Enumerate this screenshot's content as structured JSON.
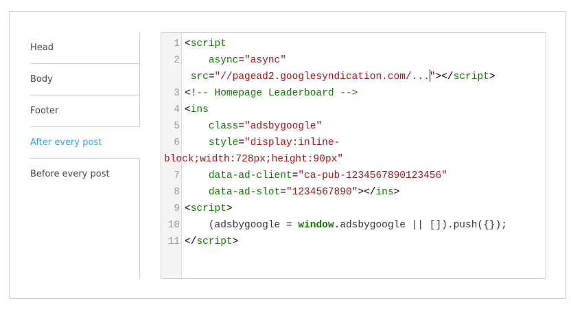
{
  "sidebar": {
    "items": [
      {
        "label": "Head",
        "active": false
      },
      {
        "label": "Body",
        "active": false
      },
      {
        "label": "Footer",
        "active": false
      },
      {
        "label": "After every post",
        "active": true
      },
      {
        "label": "Before every post",
        "active": false
      }
    ]
  },
  "editor": {
    "line_numbers": [
      "1",
      "2",
      "3",
      "4",
      "5",
      "6",
      "7",
      "8",
      "9",
      "10",
      "11"
    ],
    "lines": {
      "l1": {
        "open": "<",
        "tag": "script"
      },
      "l2": {
        "indent": "    ",
        "attr": "async",
        "eq": "=",
        "val": "\"async\""
      },
      "l2b": {
        "indent": " ",
        "attr": "src",
        "eq": "=",
        "val": "\"//pagead2.googlesyndication.com/...",
        "val_end": "\"",
        "close": "></",
        "tag": "script",
        "gt": ">"
      },
      "l3": {
        "open": "<",
        "bang": "!",
        "comment": "-- Homepage Leaderboard -->"
      },
      "l4": {
        "open": "<",
        "tag": "ins"
      },
      "l5": {
        "indent": "    ",
        "attr": "class",
        "eq": "=",
        "val": "\"adsbygoogle\""
      },
      "l6": {
        "indent": "    ",
        "attr": "style",
        "eq": "=",
        "val": "\"display:inline-"
      },
      "l6b": {
        "val": "block;width:728px;height:90px\""
      },
      "l7": {
        "indent": "    ",
        "attr": "data-ad-client",
        "eq": "=",
        "val": "\"ca-pub-1234567890123456\""
      },
      "l8": {
        "indent": "    ",
        "attr": "data-ad-slot",
        "eq": "=",
        "val": "\"1234567890\"",
        "close": "></",
        "tag": "ins",
        "gt": ">"
      },
      "l9": {
        "open": "<",
        "tag": "script",
        "gt": ">"
      },
      "l10": {
        "indent": "    ",
        "pre": "(adsbygoogle = ",
        "kw": "window",
        "post": ".adsbygoogle || []).push({});"
      },
      "l11": {
        "open": "</",
        "tag": "script",
        "gt": ">"
      }
    }
  }
}
